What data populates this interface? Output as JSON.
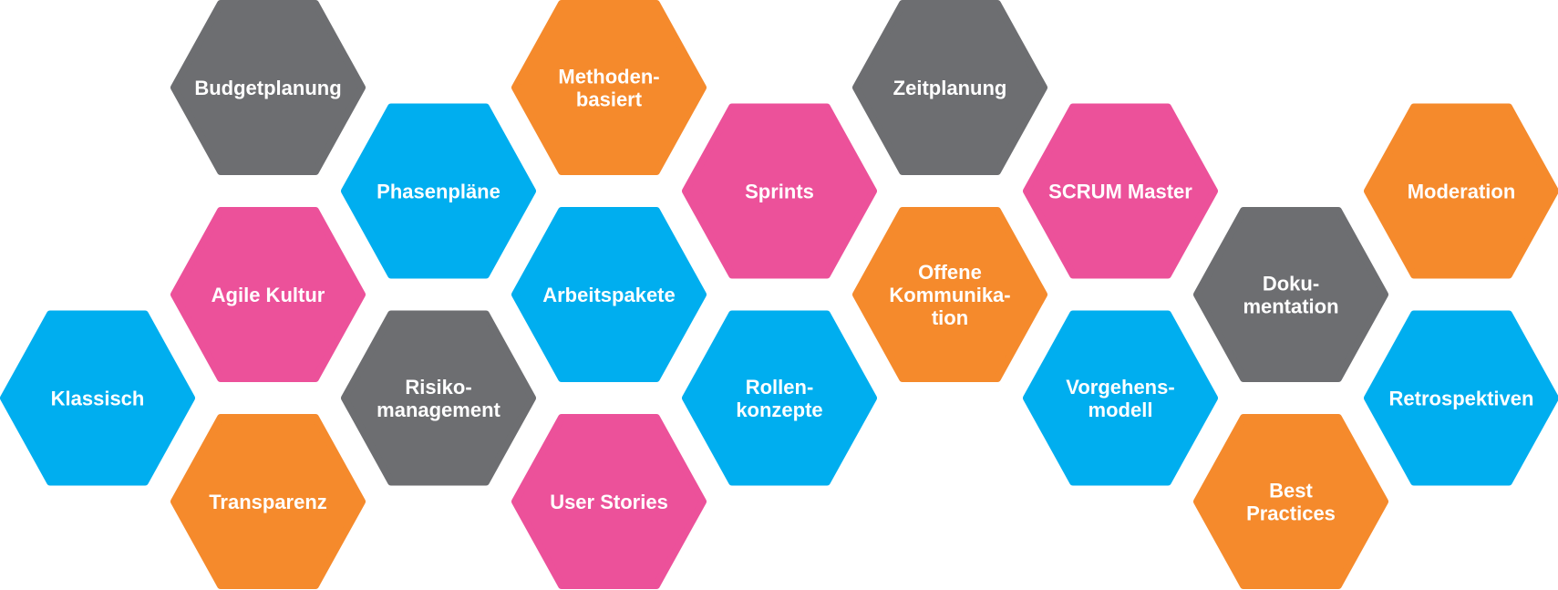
{
  "colors": {
    "gray": "#6d6e71",
    "blue": "#00aeef",
    "pink": "#ec519a",
    "orange": "#f58a2c"
  },
  "hexagons": [
    {
      "lines": [
        "Klassisch"
      ],
      "color": "blue"
    },
    {
      "lines": [
        "Budgetplanung"
      ],
      "color": "gray"
    },
    {
      "lines": [
        "Agile Kultur"
      ],
      "color": "pink"
    },
    {
      "lines": [
        "Transparenz"
      ],
      "color": "orange"
    },
    {
      "lines": [
        "Phasenpläne"
      ],
      "color": "blue"
    },
    {
      "lines": [
        "Risiko-",
        "management"
      ],
      "color": "gray"
    },
    {
      "lines": [
        "Methoden-",
        "basiert"
      ],
      "color": "orange"
    },
    {
      "lines": [
        "Arbeitspakete"
      ],
      "color": "blue"
    },
    {
      "lines": [
        "User Stories"
      ],
      "color": "pink"
    },
    {
      "lines": [
        "Sprints"
      ],
      "color": "pink"
    },
    {
      "lines": [
        "Rollen-",
        "konzepte"
      ],
      "color": "blue"
    },
    {
      "lines": [
        "Zeitplanung"
      ],
      "color": "gray"
    },
    {
      "lines": [
        "Offene",
        "Kommunika-",
        "tion"
      ],
      "color": "orange"
    },
    {
      "lines": [
        "SCRUM Master"
      ],
      "color": "pink"
    },
    {
      "lines": [
        "Vorgehens-",
        "modell"
      ],
      "color": "blue"
    },
    {
      "lines": [
        "Doku-",
        "mentation"
      ],
      "color": "gray"
    },
    {
      "lines": [
        "Best",
        "Practices"
      ],
      "color": "orange"
    },
    {
      "lines": [
        "Moderation"
      ],
      "color": "orange"
    },
    {
      "lines": [
        "Retrospektiven"
      ],
      "color": "blue"
    }
  ]
}
